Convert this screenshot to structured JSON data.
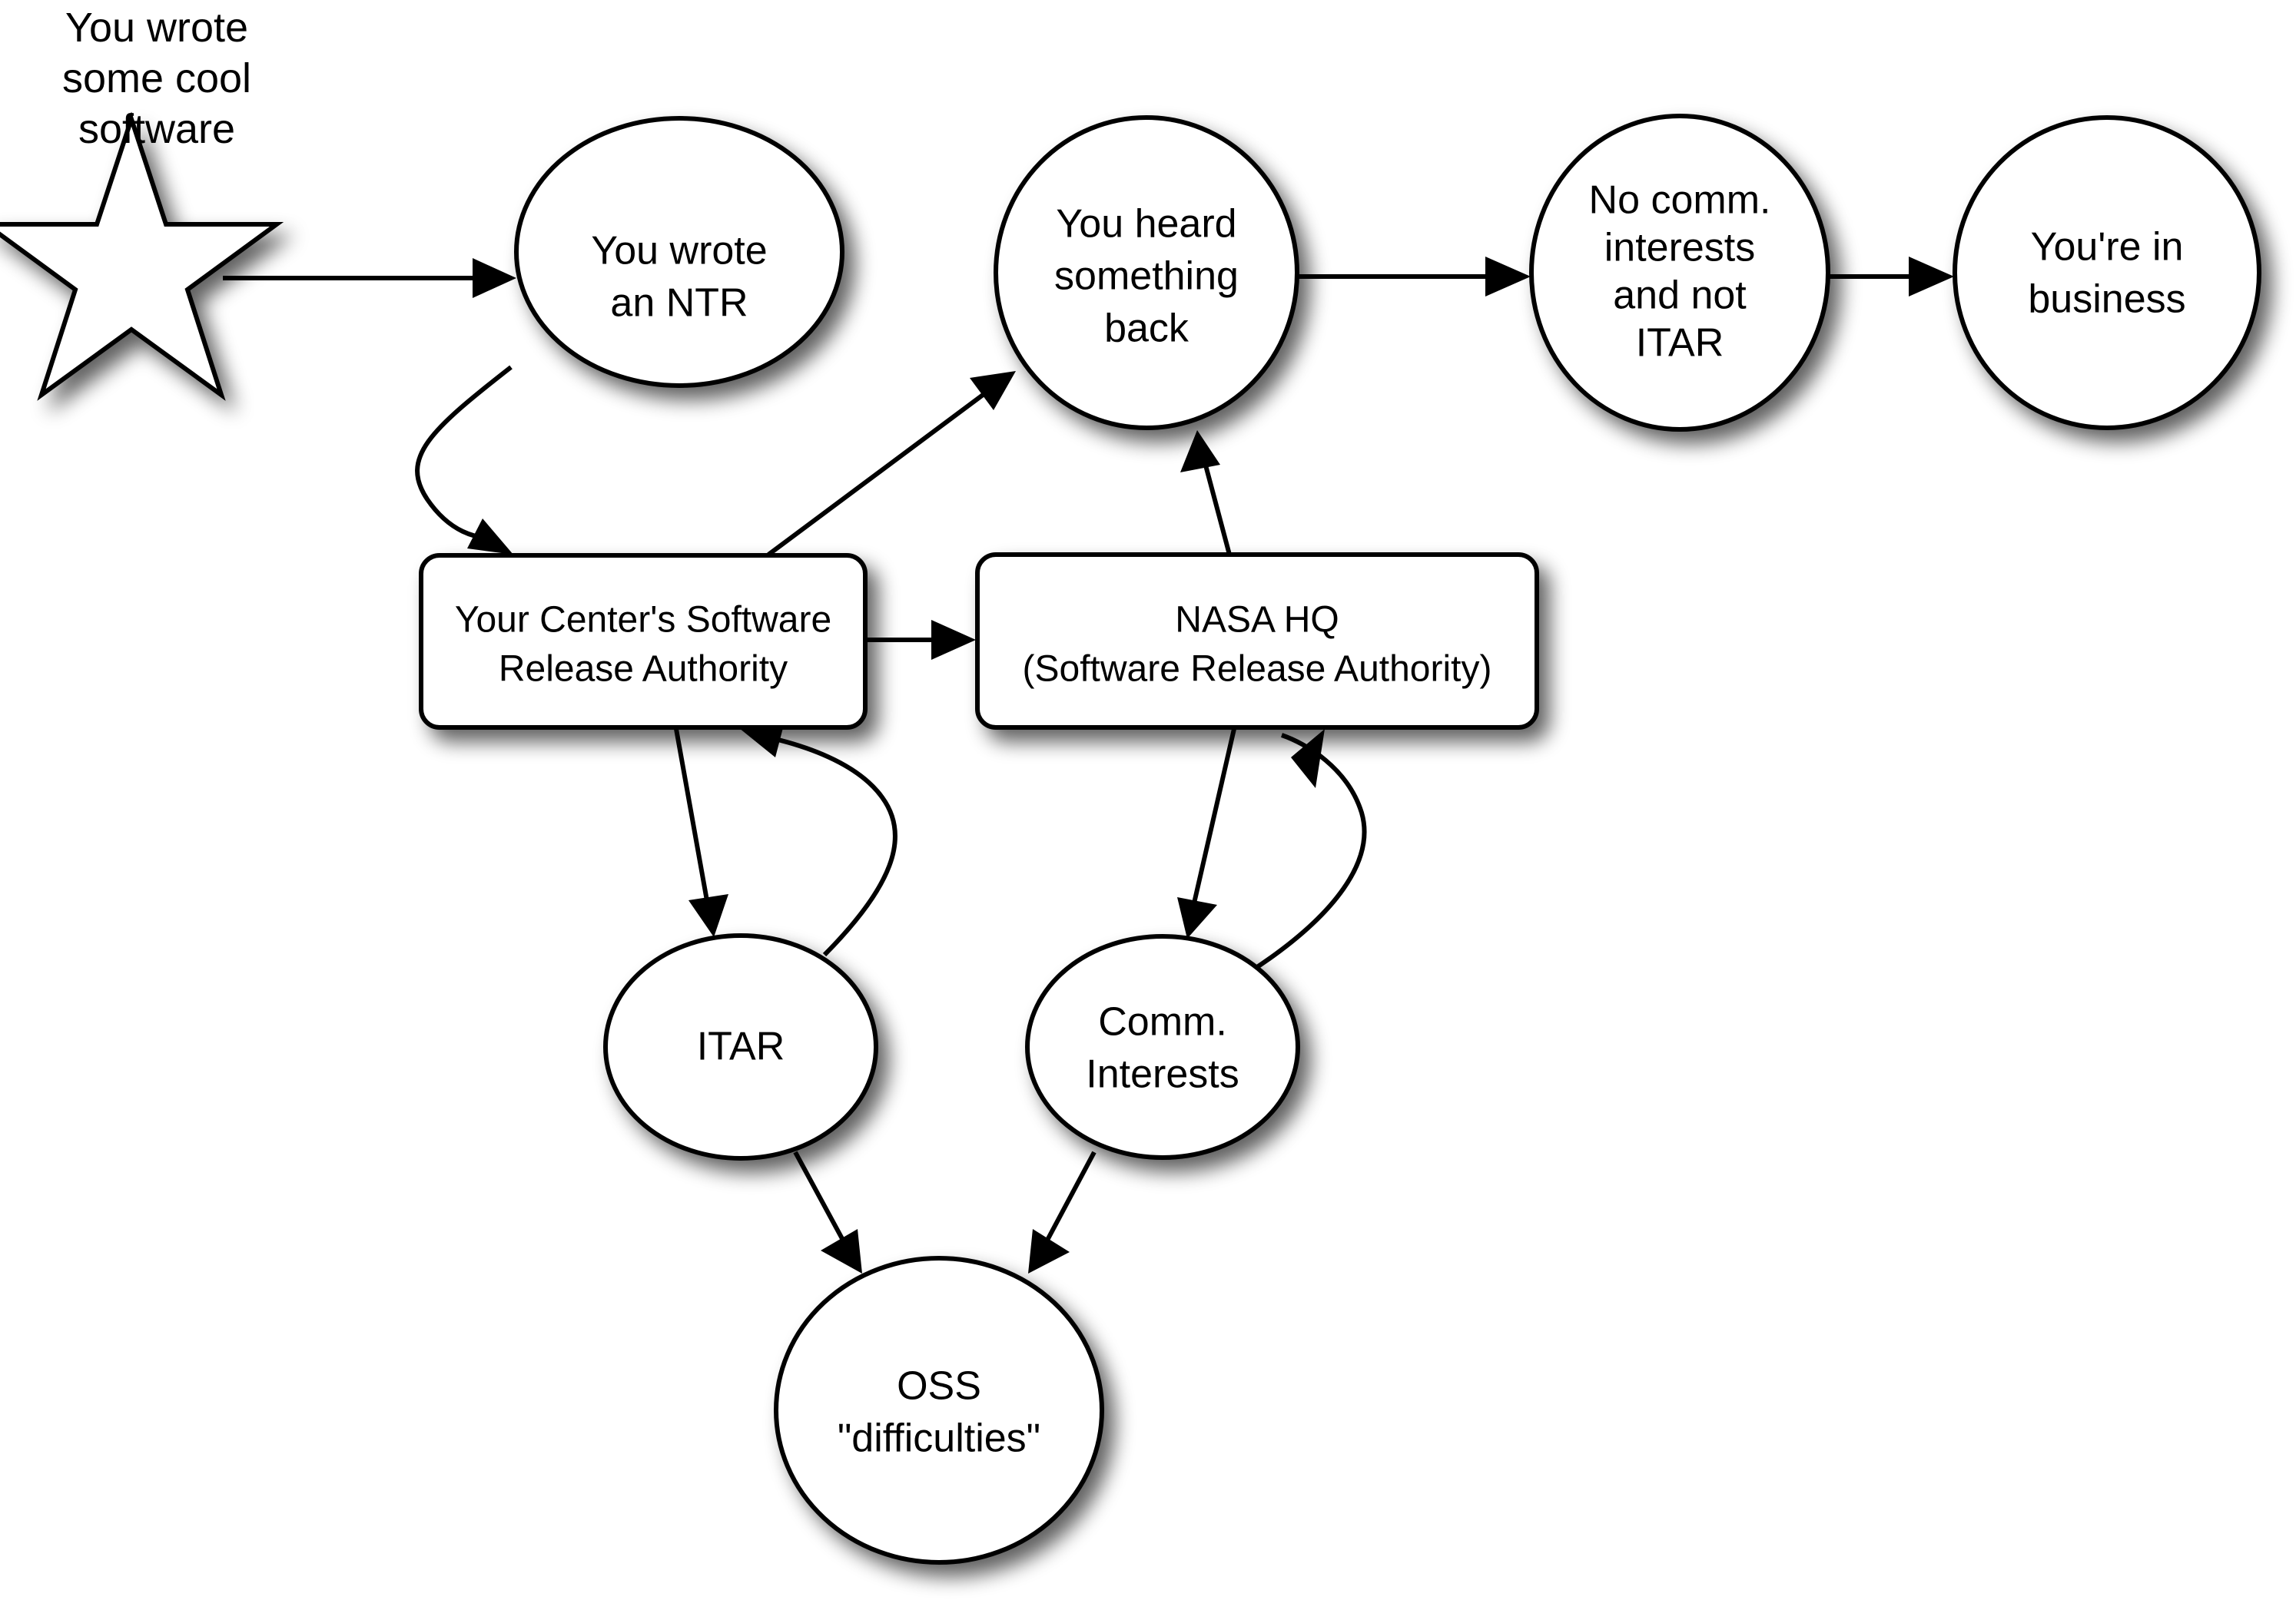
{
  "diagram": {
    "title": "NASA software release process flowchart",
    "background_color": "#ffffff",
    "stroke_color": "#000000",
    "fill_color": "#ffffff",
    "caption": {
      "lines": [
        "You wrote",
        "some cool",
        "software"
      ]
    },
    "nodes": [
      {
        "id": "star",
        "shape": "star",
        "lines": []
      },
      {
        "id": "ntr",
        "shape": "ellipse",
        "lines": [
          "You wrote",
          "an NTR"
        ]
      },
      {
        "id": "heard",
        "shape": "ellipse",
        "lines": [
          "You heard",
          "something",
          "back"
        ]
      },
      {
        "id": "nocomm",
        "shape": "ellipse",
        "lines": [
          "No comm.",
          "interests",
          "and not",
          "ITAR"
        ]
      },
      {
        "id": "business",
        "shape": "ellipse",
        "lines": [
          "You're in",
          "business"
        ]
      },
      {
        "id": "center",
        "shape": "rounded-rect",
        "lines": [
          "Your Center's Software",
          "Release Authority"
        ]
      },
      {
        "id": "hq",
        "shape": "rounded-rect",
        "lines": [
          "NASA HQ",
          "(Software Release Authority)"
        ]
      },
      {
        "id": "itar",
        "shape": "ellipse",
        "lines": [
          "ITAR"
        ]
      },
      {
        "id": "comm",
        "shape": "ellipse",
        "lines": [
          "Comm.",
          "Interests"
        ]
      },
      {
        "id": "oss",
        "shape": "ellipse",
        "lines": [
          "OSS",
          "\"difficulties\""
        ]
      }
    ],
    "edges": [
      {
        "from": "star",
        "to": "ntr",
        "style": "straight"
      },
      {
        "from": "ntr",
        "to": "center",
        "style": "curved"
      },
      {
        "from": "center",
        "to": "heard",
        "style": "straight"
      },
      {
        "from": "heard",
        "to": "nocomm",
        "style": "straight"
      },
      {
        "from": "nocomm",
        "to": "business",
        "style": "straight"
      },
      {
        "from": "center",
        "to": "hq",
        "style": "straight"
      },
      {
        "from": "hq",
        "to": "heard",
        "style": "straight"
      },
      {
        "from": "center",
        "to": "itar",
        "style": "straight"
      },
      {
        "from": "itar",
        "to": "center",
        "style": "curved"
      },
      {
        "from": "hq",
        "to": "comm",
        "style": "straight"
      },
      {
        "from": "comm",
        "to": "hq",
        "style": "curved"
      },
      {
        "from": "itar",
        "to": "oss",
        "style": "straight"
      },
      {
        "from": "comm",
        "to": "oss",
        "style": "straight"
      }
    ]
  }
}
